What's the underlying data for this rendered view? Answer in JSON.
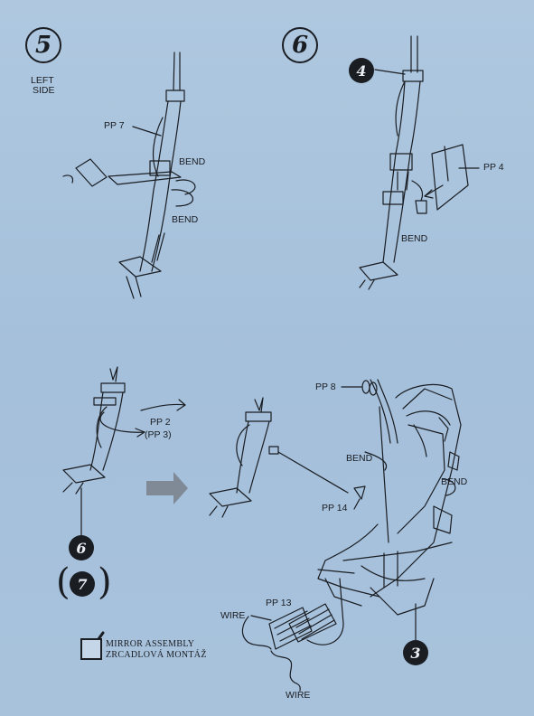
{
  "steps": {
    "s5": "5",
    "s6": "6",
    "ref4": "4",
    "ref6": "6",
    "ref7": "7",
    "ref3": "3"
  },
  "labels": {
    "left_side_1": "LEFT",
    "left_side_2": "SIDE",
    "pp7": "PP 7",
    "bend_a": "BEND",
    "bend_b": "BEND",
    "pp4": "PP 4",
    "bend_c": "BEND",
    "pp2": "PP 2",
    "pp3": "(PP 3)",
    "pp8": "PP 8",
    "bend_d": "BEND",
    "bend_e": "BEND",
    "pp14": "PP 14",
    "pp13": "PP 13",
    "wire_a": "WIRE",
    "wire_b": "WIRE"
  },
  "mirror": {
    "line1": "MIRROR ASSEMBLY",
    "line2": "ZRCADLOVÁ MONTÁŽ",
    "check_icon": "checkmark-icon"
  },
  "colors": {
    "background": "#a9c3dd",
    "ink": "#1a1d22",
    "arrow": "#7f8a96"
  }
}
